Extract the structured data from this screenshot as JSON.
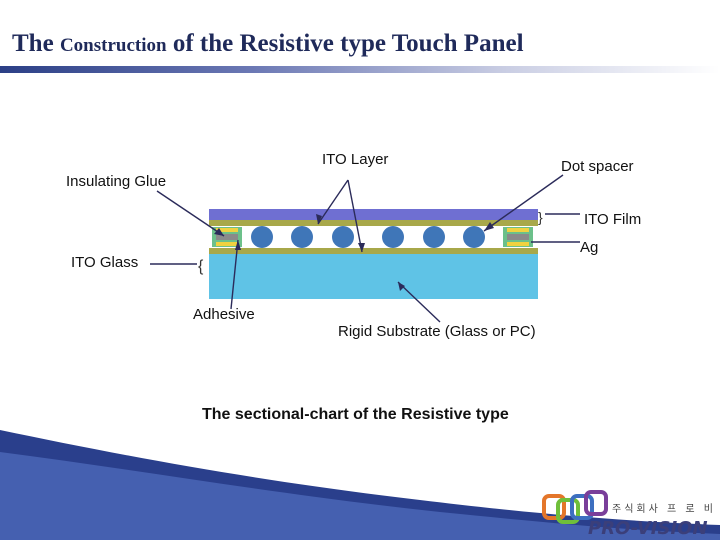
{
  "title": {
    "word1": "The",
    "word2": "Construction",
    "rest": "of the Resistive type Touch Panel"
  },
  "labels": {
    "ito_layer": "ITO Layer",
    "dot_spacer": "Dot spacer",
    "insulating_glue": "Insulating Glue",
    "ito_film": "ITO Film",
    "ag": "Ag",
    "ito_glass": "ITO Glass",
    "adhesive": "Adhesive",
    "rigid_substrate": "Rigid Substrate (Glass or PC)"
  },
  "caption": "The sectional-chart of the Resistive type",
  "logo": {
    "word": "PRO-VISION",
    "korean": "주식회사 프 로 비 젼"
  },
  "colors": {
    "title": "#1f2a5a",
    "film": "#6f6fd2",
    "ito": "#a8a84a",
    "substrate": "#5fc3e6",
    "dot": "#3f76b8",
    "ag": "#f0d240",
    "glue": "#6cc08a"
  }
}
